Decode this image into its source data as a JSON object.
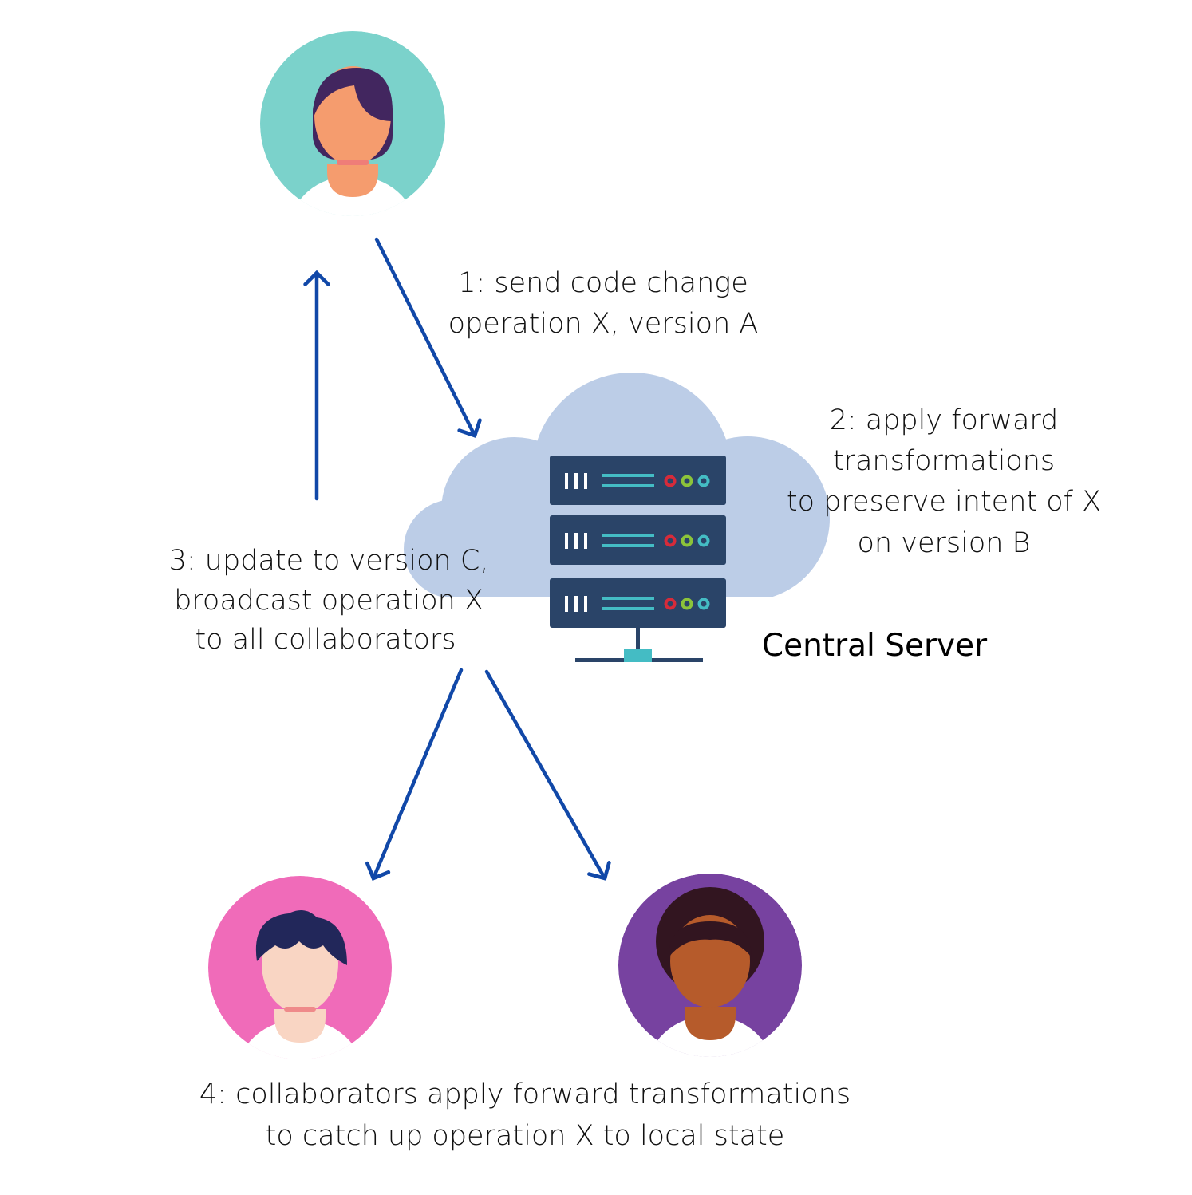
{
  "labels": {
    "step1": [
      "1: send code change",
      "operation X, version A"
    ],
    "step2": [
      "2: apply forward",
      "transformations",
      "to preserve intent of X",
      "on version B"
    ],
    "step3": [
      "3: update to version C,",
      "broadcast operation X",
      "to all collaborators"
    ],
    "step4": [
      "4: collaborators apply forward transformations",
      "to catch up operation X to local state"
    ],
    "server": "Central Server"
  },
  "colors": {
    "arrow": "#1148a8",
    "cloud": "#bccde7",
    "server": "#2a4468",
    "accent_teal": "#44bcc4",
    "led_red": "#d62b3a",
    "led_green": "#8cc43a",
    "avatar_teal": "#7bd2cb",
    "avatar_pink": "#f06bb9",
    "avatar_purple": "#7742a0"
  },
  "icons": [
    "user-avatar-icon",
    "cloud-server-icon"
  ]
}
